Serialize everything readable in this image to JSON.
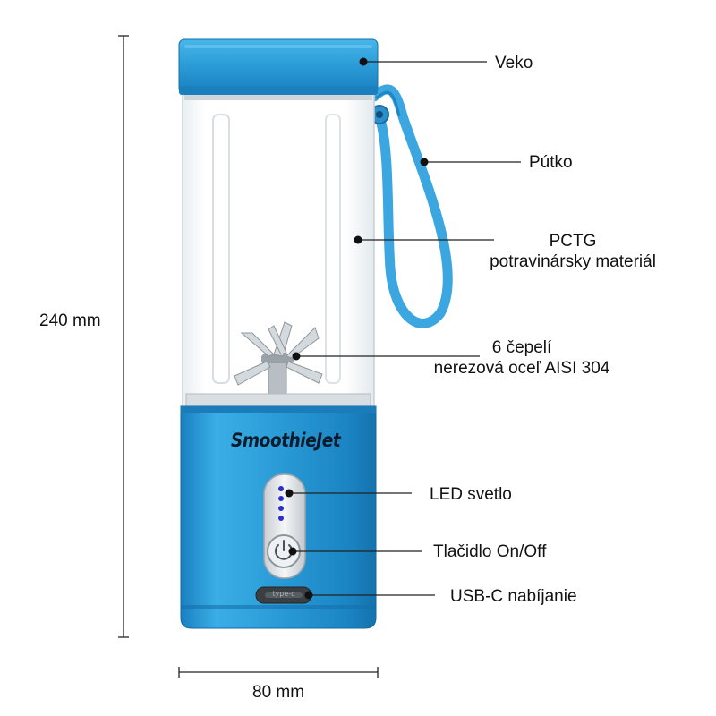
{
  "product": {
    "brand": "SmoothieJet",
    "port_text": "type-c",
    "colors": {
      "body": "#2a9bd6",
      "body_dark": "#1677b0",
      "strap": "#3ba6e0",
      "led": "#2b2fd0",
      "glass": "#f3f6f8"
    }
  },
  "dimensions": {
    "height": "240 mm",
    "width": "80 mm"
  },
  "labels": {
    "lid": "Veko",
    "strap": "Pútko",
    "material_line1": "PCTG",
    "material_line2": "potravinársky materiál",
    "blades_line1": "6 čepelí",
    "blades_line2": "nerezová oceľ AISI 304",
    "led": "LED svetlo",
    "button": "Tlačidlo On/Off",
    "usb": "USB-C nabíjanie"
  }
}
